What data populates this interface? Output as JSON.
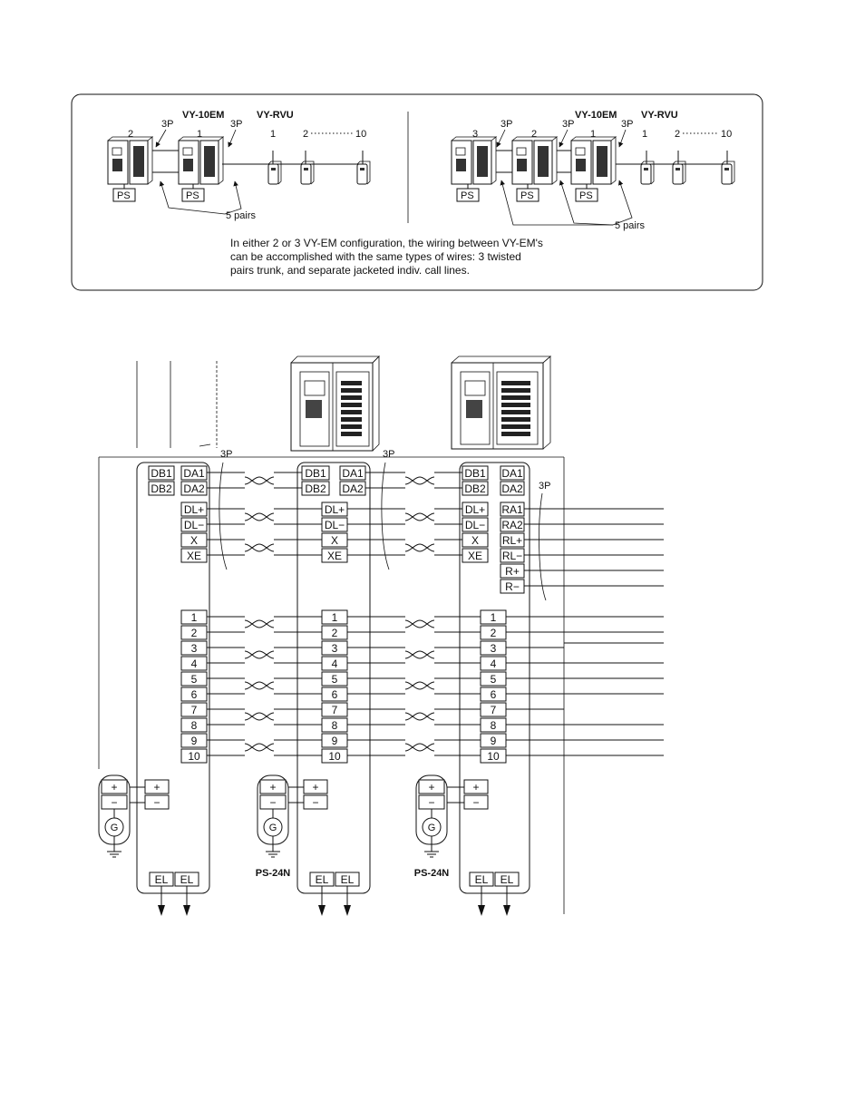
{
  "top": {
    "left": {
      "models": [
        "VY-10EM",
        "VY-RVU"
      ],
      "unit_numbers": [
        "2",
        "1"
      ],
      "trunk_labels": [
        "3P",
        "3P"
      ],
      "rvu_labels": [
        "1",
        "2",
        "10"
      ],
      "ps_labels": [
        "PS",
        "PS"
      ],
      "pairs_label": "5 pairs"
    },
    "right": {
      "models": [
        "VY-10EM",
        "VY-RVU"
      ],
      "unit_numbers": [
        "3",
        "2",
        "1"
      ],
      "trunk_labels": [
        "3P",
        "3P",
        "3P"
      ],
      "rvu_labels": [
        "1",
        "2",
        "10"
      ],
      "ps_labels": [
        "PS",
        "PS",
        "PS"
      ],
      "pairs_label": "5 pairs"
    },
    "note_lines": [
      "In either 2 or 3 VY-EM configuration, the wiring between VY-EM's",
      "can be accomplished with the same types of wires:  3 twisted",
      "pairs trunk, and separate jacketed indiv.  call lines."
    ]
  },
  "wiring": {
    "cable_labels": [
      "3P",
      "3P",
      "3P"
    ],
    "unit1": {
      "db": [
        "DB1",
        "DB2"
      ],
      "da": [
        "DA1",
        "DA2"
      ],
      "dl": [
        "DL+",
        "DL−",
        "X",
        "XE"
      ],
      "calls": [
        "1",
        "2",
        "3",
        "4",
        "5",
        "6",
        "7",
        "8",
        "9",
        "10"
      ],
      "power": [
        "+",
        "−"
      ],
      "el": [
        "EL",
        "EL"
      ]
    },
    "unit2": {
      "db": [
        "DB1",
        "DB2"
      ],
      "da": [
        "DA1",
        "DA2"
      ],
      "dl": [
        "DL+",
        "DL−",
        "X",
        "XE"
      ],
      "calls": [
        "1",
        "2",
        "3",
        "4",
        "5",
        "6",
        "7",
        "8",
        "9",
        "10"
      ],
      "power": [
        "+",
        "−"
      ],
      "el": [
        "EL",
        "EL"
      ],
      "ps_model": "PS-24N"
    },
    "unit3": {
      "db": [
        "DB1",
        "DB2"
      ],
      "ra": [
        "RA1",
        "RA2",
        "RL+",
        "RL−",
        "R+",
        "R−"
      ],
      "dl": [
        "DL+",
        "DL−",
        "X",
        "XE"
      ],
      "da": [
        "DA1",
        "DA2"
      ],
      "calls": [
        "1",
        "2",
        "3",
        "4",
        "5",
        "6",
        "7",
        "8",
        "9",
        "10"
      ],
      "power": [
        "+",
        "−"
      ],
      "el": [
        "EL",
        "EL"
      ],
      "ps_model": "PS-24N"
    },
    "psu": {
      "plus": "+",
      "minus": "−",
      "generator": "G"
    }
  }
}
